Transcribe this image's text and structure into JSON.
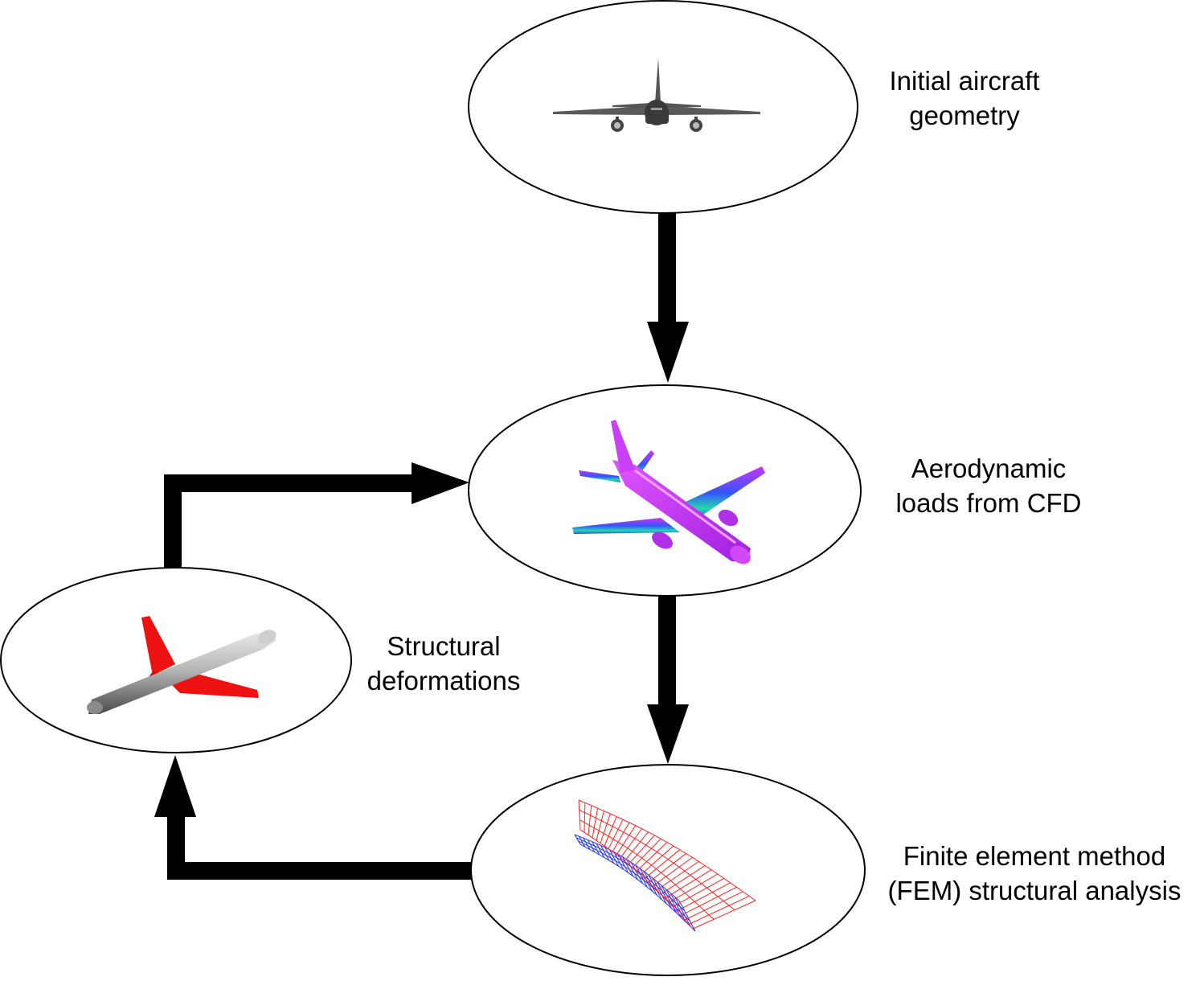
{
  "nodes": {
    "initial": {
      "label_lines": [
        "Initial aircraft",
        "geometry"
      ],
      "icon": "airplane-front-silhouette-icon"
    },
    "aero": {
      "label_lines": [
        "Aerodynamic",
        "loads from CFD"
      ],
      "icon": "cfd-pressure-airplane-icon"
    },
    "fem": {
      "label_lines": [
        "Finite element method",
        "(FEM) structural analysis"
      ],
      "icon": "wing-mesh-icon"
    },
    "structural": {
      "label_lines": [
        "Structural",
        "deformations"
      ],
      "icon": "deformed-airplane-icon"
    }
  },
  "edges": [
    {
      "from": "initial",
      "to": "aero"
    },
    {
      "from": "aero",
      "to": "fem"
    },
    {
      "from": "fem",
      "to": "structural"
    },
    {
      "from": "structural",
      "to": "aero"
    }
  ],
  "colors": {
    "arrow": "#000000",
    "ellipse_stroke": "#000000",
    "fuselage_grey": "#3a3a3a",
    "cfd_magenta": "#cc33ff",
    "cfd_blue": "#3355ff",
    "cfd_green": "#22ddaa",
    "deform_red": "#ee1111",
    "deform_silver": "#9a9a9a",
    "mesh_red": "#ff2222",
    "mesh_blue": "#2233ff"
  }
}
